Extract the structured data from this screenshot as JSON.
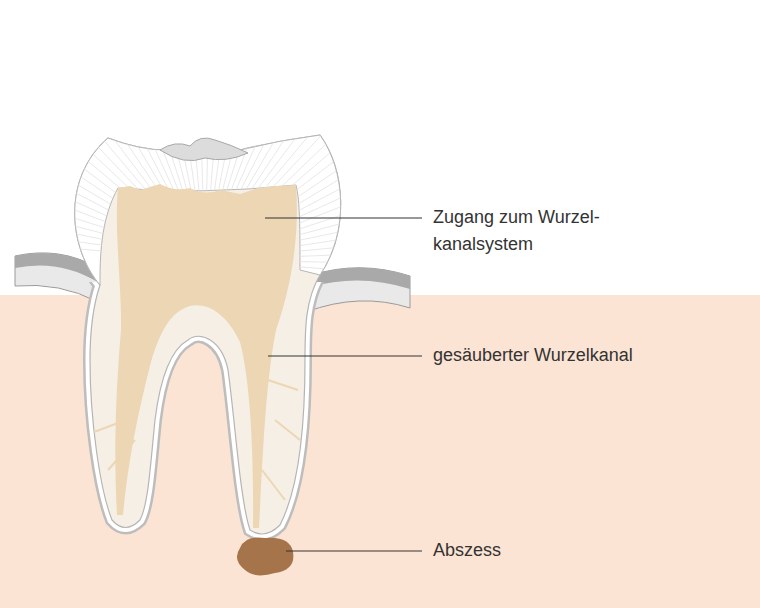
{
  "diagram": {
    "labels": [
      "Zugang zum Wurzel- kanalsystem",
      "gesäuberter Wurzelkanal",
      "Abszess"
    ]
  }
}
